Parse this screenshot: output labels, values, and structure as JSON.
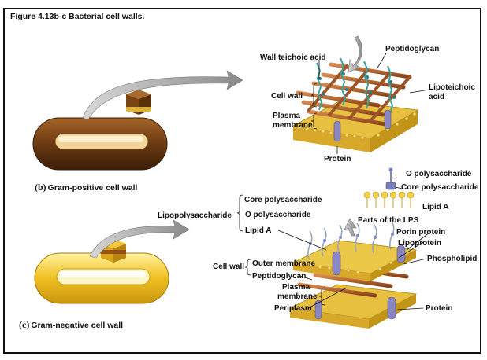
{
  "figure": {
    "title": "Figure 4.13b-c Bacterial cell walls."
  },
  "gram_positive": {
    "panel_letter": "(b)",
    "caption": "Gram-positive cell wall",
    "labels": {
      "wall_teichoic_acid": "Wall teichoic acid",
      "peptidoglycan": "Peptidoglycan",
      "lipoteichoic_acid_1": "Lipoteichoic",
      "lipoteichoic_acid_2": "acid",
      "cell_wall": "Cell wall",
      "plasma_membrane_1": "Plasma",
      "plasma_membrane_2": "membrane",
      "protein": "Protein"
    }
  },
  "gram_negative": {
    "panel_letter": "(c)",
    "caption": "Gram-negative cell wall",
    "labels": {
      "lipopolysaccharide": "Lipopolysaccharide",
      "core_polysaccharide": "Core polysaccharide",
      "o_polysaccharide": "O polysaccharide",
      "lipid_a": "Lipid A",
      "lps_o_polysaccharide": "O polysaccharide",
      "lps_core_polysaccharide": "Core polysaccharide",
      "lps_lipid_a": "Lipid A",
      "parts_of_lps": "Parts of the LPS",
      "porin_protein": "Porin protein",
      "lipoprotein": "Lipoprotein",
      "phospholipid": "Phospholipid",
      "cell_wall": "Cell wall",
      "outer_membrane": "Outer membrane",
      "peptidoglycan": "Peptidoglycan",
      "plasma_membrane_1": "Plasma",
      "plasma_membrane_2": "membrane",
      "periplasm": "Periplasm",
      "protein": "Protein"
    }
  },
  "colors": {
    "gram_positive_cell": "#6b3a12",
    "gram_negative_cell": "#f0c020",
    "membrane_yellow": "#e8c040",
    "peptidoglycan_rod": "#b5652e",
    "protein_purple": "#8a86c0",
    "teichoic_teal": "#3aa0a0",
    "arrow_gray": "#9a9a9a"
  }
}
